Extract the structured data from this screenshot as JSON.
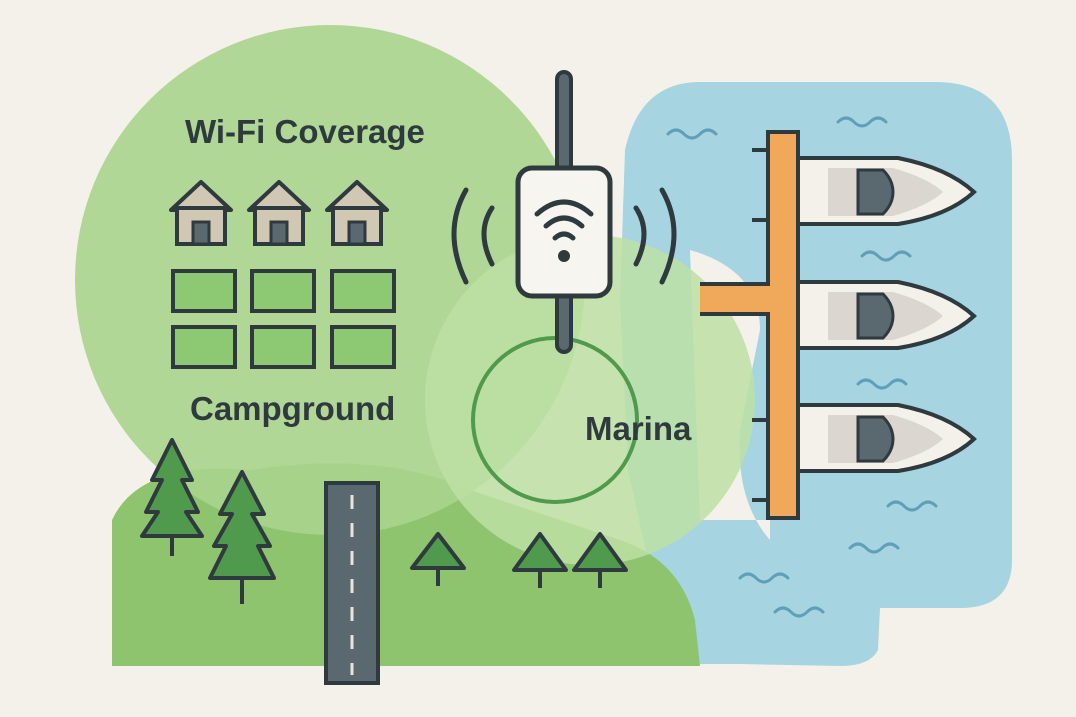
{
  "labels": {
    "wifi_coverage": "Wi-Fi Coverage",
    "campground": "Campground",
    "marina": "Marina"
  },
  "icons": {
    "router": "wifi-router-icon",
    "signal_waves": "signal-wave-icon",
    "cabin": "cabin-icon",
    "campsite": "campsite-plot-icon",
    "tree": "pine-tree-icon",
    "boat": "boat-icon",
    "dock": "dock-icon",
    "road": "road-icon"
  },
  "colors": {
    "background": "#f4f1ea",
    "coverage_large": "#a9d48c",
    "coverage_small": "#bde0a4",
    "ground": "#8fc46f",
    "water": "#a6d4e0",
    "dock": "#f0a85a",
    "outline": "#2f3a3f",
    "tree": "#4f9a4c",
    "campsite": "#8dc972",
    "cabin_wall": "#d0c8b2"
  }
}
